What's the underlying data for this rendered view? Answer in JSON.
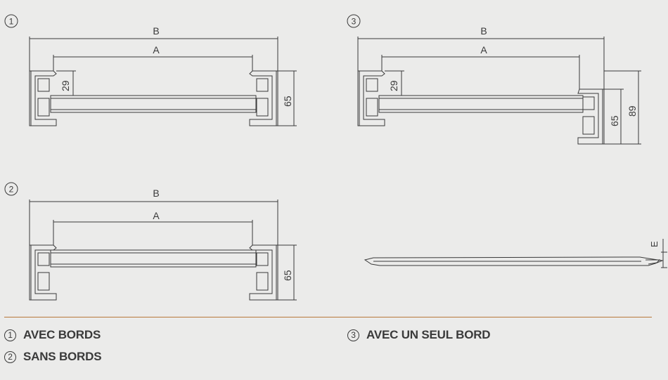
{
  "colors": {
    "background": "#ebebea",
    "line": "#3a3a3a",
    "divider": "#b8783a"
  },
  "views": {
    "view_1": {
      "number": "1",
      "dim_b": "B",
      "dim_a": "A",
      "dim_29": "29",
      "dim_65": "65"
    },
    "view_2": {
      "number": "2",
      "dim_b": "B",
      "dim_a": "A",
      "dim_65": "65"
    },
    "view_3": {
      "number": "3",
      "dim_b": "B",
      "dim_a": "A",
      "dim_29": "29",
      "dim_65": "65",
      "dim_89": "89"
    },
    "ramp_profile": {
      "dim_e": "E"
    }
  },
  "legend": {
    "item_1": {
      "number": "1",
      "label": "AVEC BORDS"
    },
    "item_2": {
      "number": "2",
      "label": "SANS BORDS"
    },
    "item_3": {
      "number": "3",
      "label": "AVEC UN SEUL BORD"
    }
  }
}
